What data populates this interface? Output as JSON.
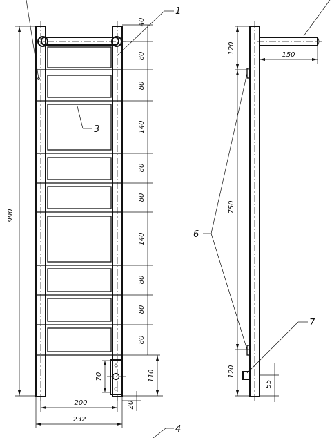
{
  "front_view": {
    "overall_height": "990",
    "inner_width": "200",
    "outer_width": "232",
    "bottom_offset": "20",
    "bracket_height": "70",
    "bracket_offset": "110",
    "crossbar_spacings": [
      "40",
      "80",
      "80",
      "140",
      "80",
      "80",
      "140",
      "80",
      "80",
      "80"
    ]
  },
  "side_view": {
    "top_offset": "120",
    "arm_length": "150",
    "bracket_span": "750",
    "bottom_offset": "120",
    "bottom_height": "55"
  },
  "callouts": {
    "frame_label": "1",
    "panel_label": "3",
    "bottom_label": "4",
    "bracket_label": "6",
    "fixture_label": "7"
  }
}
